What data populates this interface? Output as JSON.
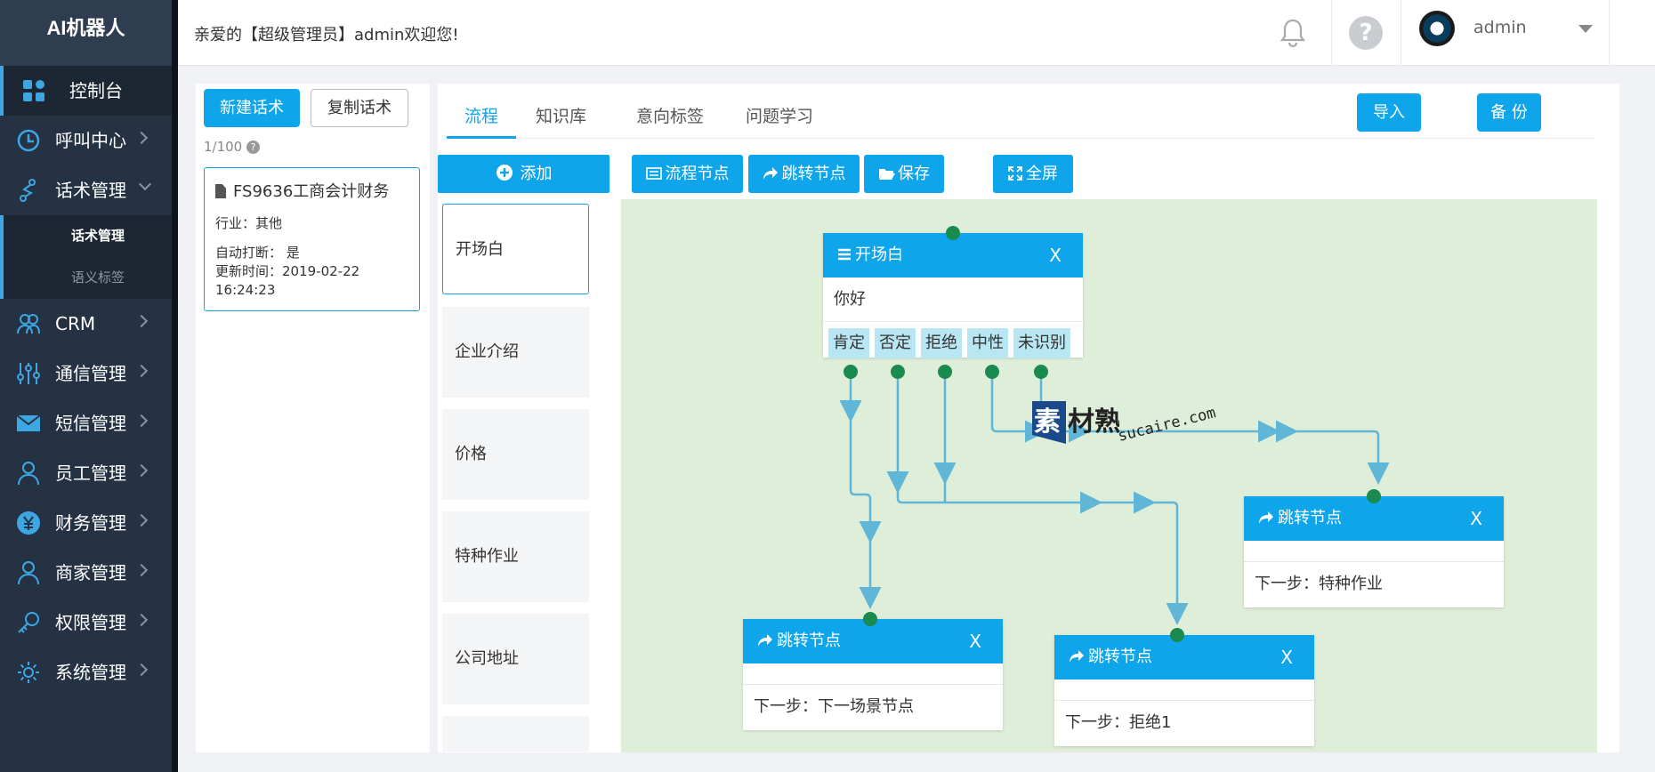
{
  "app": {
    "title": "AI机器人"
  },
  "sidebar": {
    "items": [
      {
        "label": "控制台",
        "icon": "dashboard-icon"
      },
      {
        "label": "呼叫中心",
        "icon": "clock-icon"
      },
      {
        "label": "话术管理",
        "icon": "flow-icon"
      },
      {
        "label": "CRM",
        "icon": "users-icon"
      },
      {
        "label": "通信管理",
        "icon": "sliders-icon"
      },
      {
        "label": "短信管理",
        "icon": "mail-icon"
      },
      {
        "label": "员工管理",
        "icon": "user-icon"
      },
      {
        "label": "财务管理",
        "icon": "yen-icon"
      },
      {
        "label": "商家管理",
        "icon": "merchant-icon"
      },
      {
        "label": "权限管理",
        "icon": "key-icon"
      },
      {
        "label": "系统管理",
        "icon": "gear-icon"
      }
    ],
    "sub_items": [
      "话术管理",
      "语义标签"
    ]
  },
  "header": {
    "welcome": "亲爱的【超级管理员】admin欢迎您!",
    "username": "admin",
    "help": "?"
  },
  "left_panel": {
    "new_button": "新建话术",
    "copy_button": "复制话术",
    "count": "1/100",
    "script": {
      "title": "FS9636工商会计财务",
      "industry": "行业：其他",
      "auto_interrupt": "自动打断：  是",
      "updated_label": "更新时间：2019-02-22",
      "updated_time": "16:24:23"
    }
  },
  "main": {
    "tabs": [
      "流程",
      "知识库",
      "意向标签",
      "问题学习"
    ],
    "import_button": "导入",
    "backup_button": "备 份",
    "add_button": "添加",
    "toolbar": {
      "flow_node": "流程节点",
      "jump_node": "跳转节点",
      "save": "保存",
      "fullscreen": "全屏"
    },
    "scenes": [
      "开场白",
      "企业介绍",
      "价格",
      "特种作业",
      "公司地址"
    ]
  },
  "flow": {
    "start_node": {
      "title": "开场白",
      "close": "X",
      "say": "你好",
      "options": [
        "肯定",
        "否定",
        "拒绝",
        "中性",
        "未识别"
      ]
    },
    "jump_nodes": [
      {
        "title": "跳转节点",
        "close": "X",
        "next": "下一步：特种作业"
      },
      {
        "title": "跳转节点",
        "close": "X",
        "next": "下一步：下一场景节点"
      },
      {
        "title": "跳转节点",
        "close": "X",
        "next": "下一步：拒绝1"
      }
    ],
    "watermark": {
      "text": "素材熟",
      "url": "sucaire.com"
    }
  },
  "colors": {
    "accent": "#0ea5ea",
    "sidebar_bg": "#253243",
    "canvas_bg": "#dfeed8",
    "connector": "#5fb6d6",
    "port": "#1a8a4e"
  }
}
